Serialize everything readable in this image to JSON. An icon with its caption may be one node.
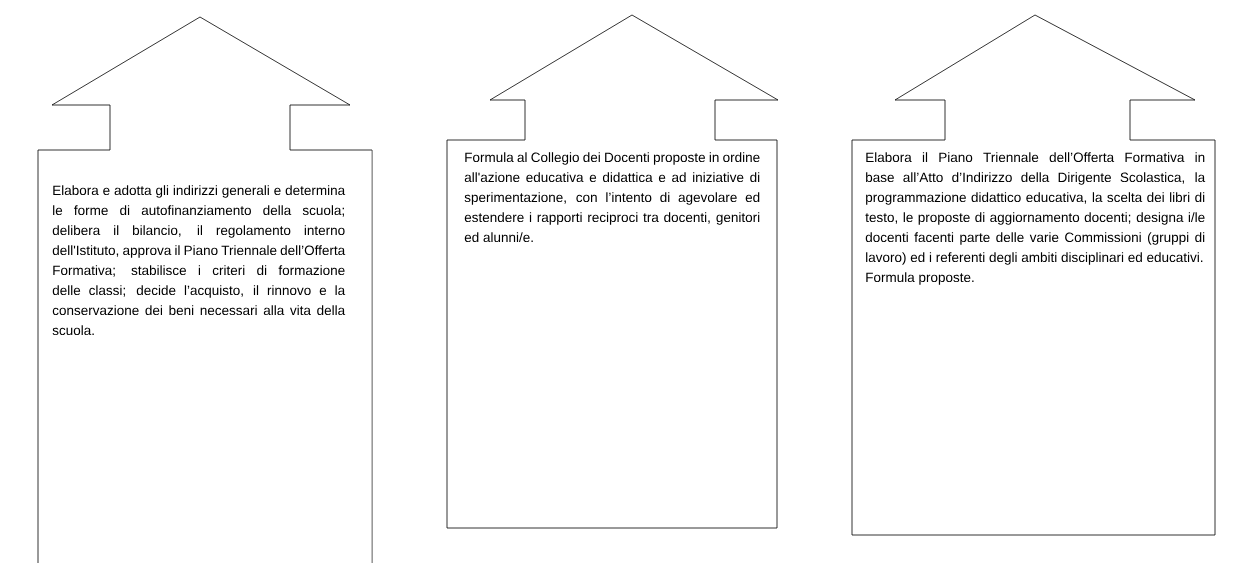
{
  "diagram": {
    "nodes": [
      {
        "text": [
          "Elabora e adotta gli indirizzi generali e determina le forme di autofinanziamento della scuola; delibera il bilancio, il regolamento interno dell'Istituto, approva il Piano Triennale dell’Offerta Formativa; stabilisce i criteri di formazione delle classi; decide l’acquisto, il rinnovo e la conservazione dei beni necessari alla vita della scuola."
        ]
      },
      {
        "text": [
          "Formula al Collegio dei Docenti proposte in ordine all'azione educativa e didattica e ad iniziative di sperimentazione, con l’intento di agevolare ed estendere i rapporti reciproci tra docenti, genitori ed alunni/e."
        ]
      },
      {
        "text": [
          "Elabora il Piano Triennale dell’Offerta Formativa in base all’Atto d’Indirizzo della Dirigente Scolastica, la programmazione didattico educativa, la scelta dei libri di testo, le proposte di aggiornamento docenti; designa i/le docenti facenti parte delle varie Commissioni (gruppi di lavoro) ed i referenti degli ambiti disciplinari ed educativi.",
          "Formula proposte."
        ]
      }
    ]
  }
}
